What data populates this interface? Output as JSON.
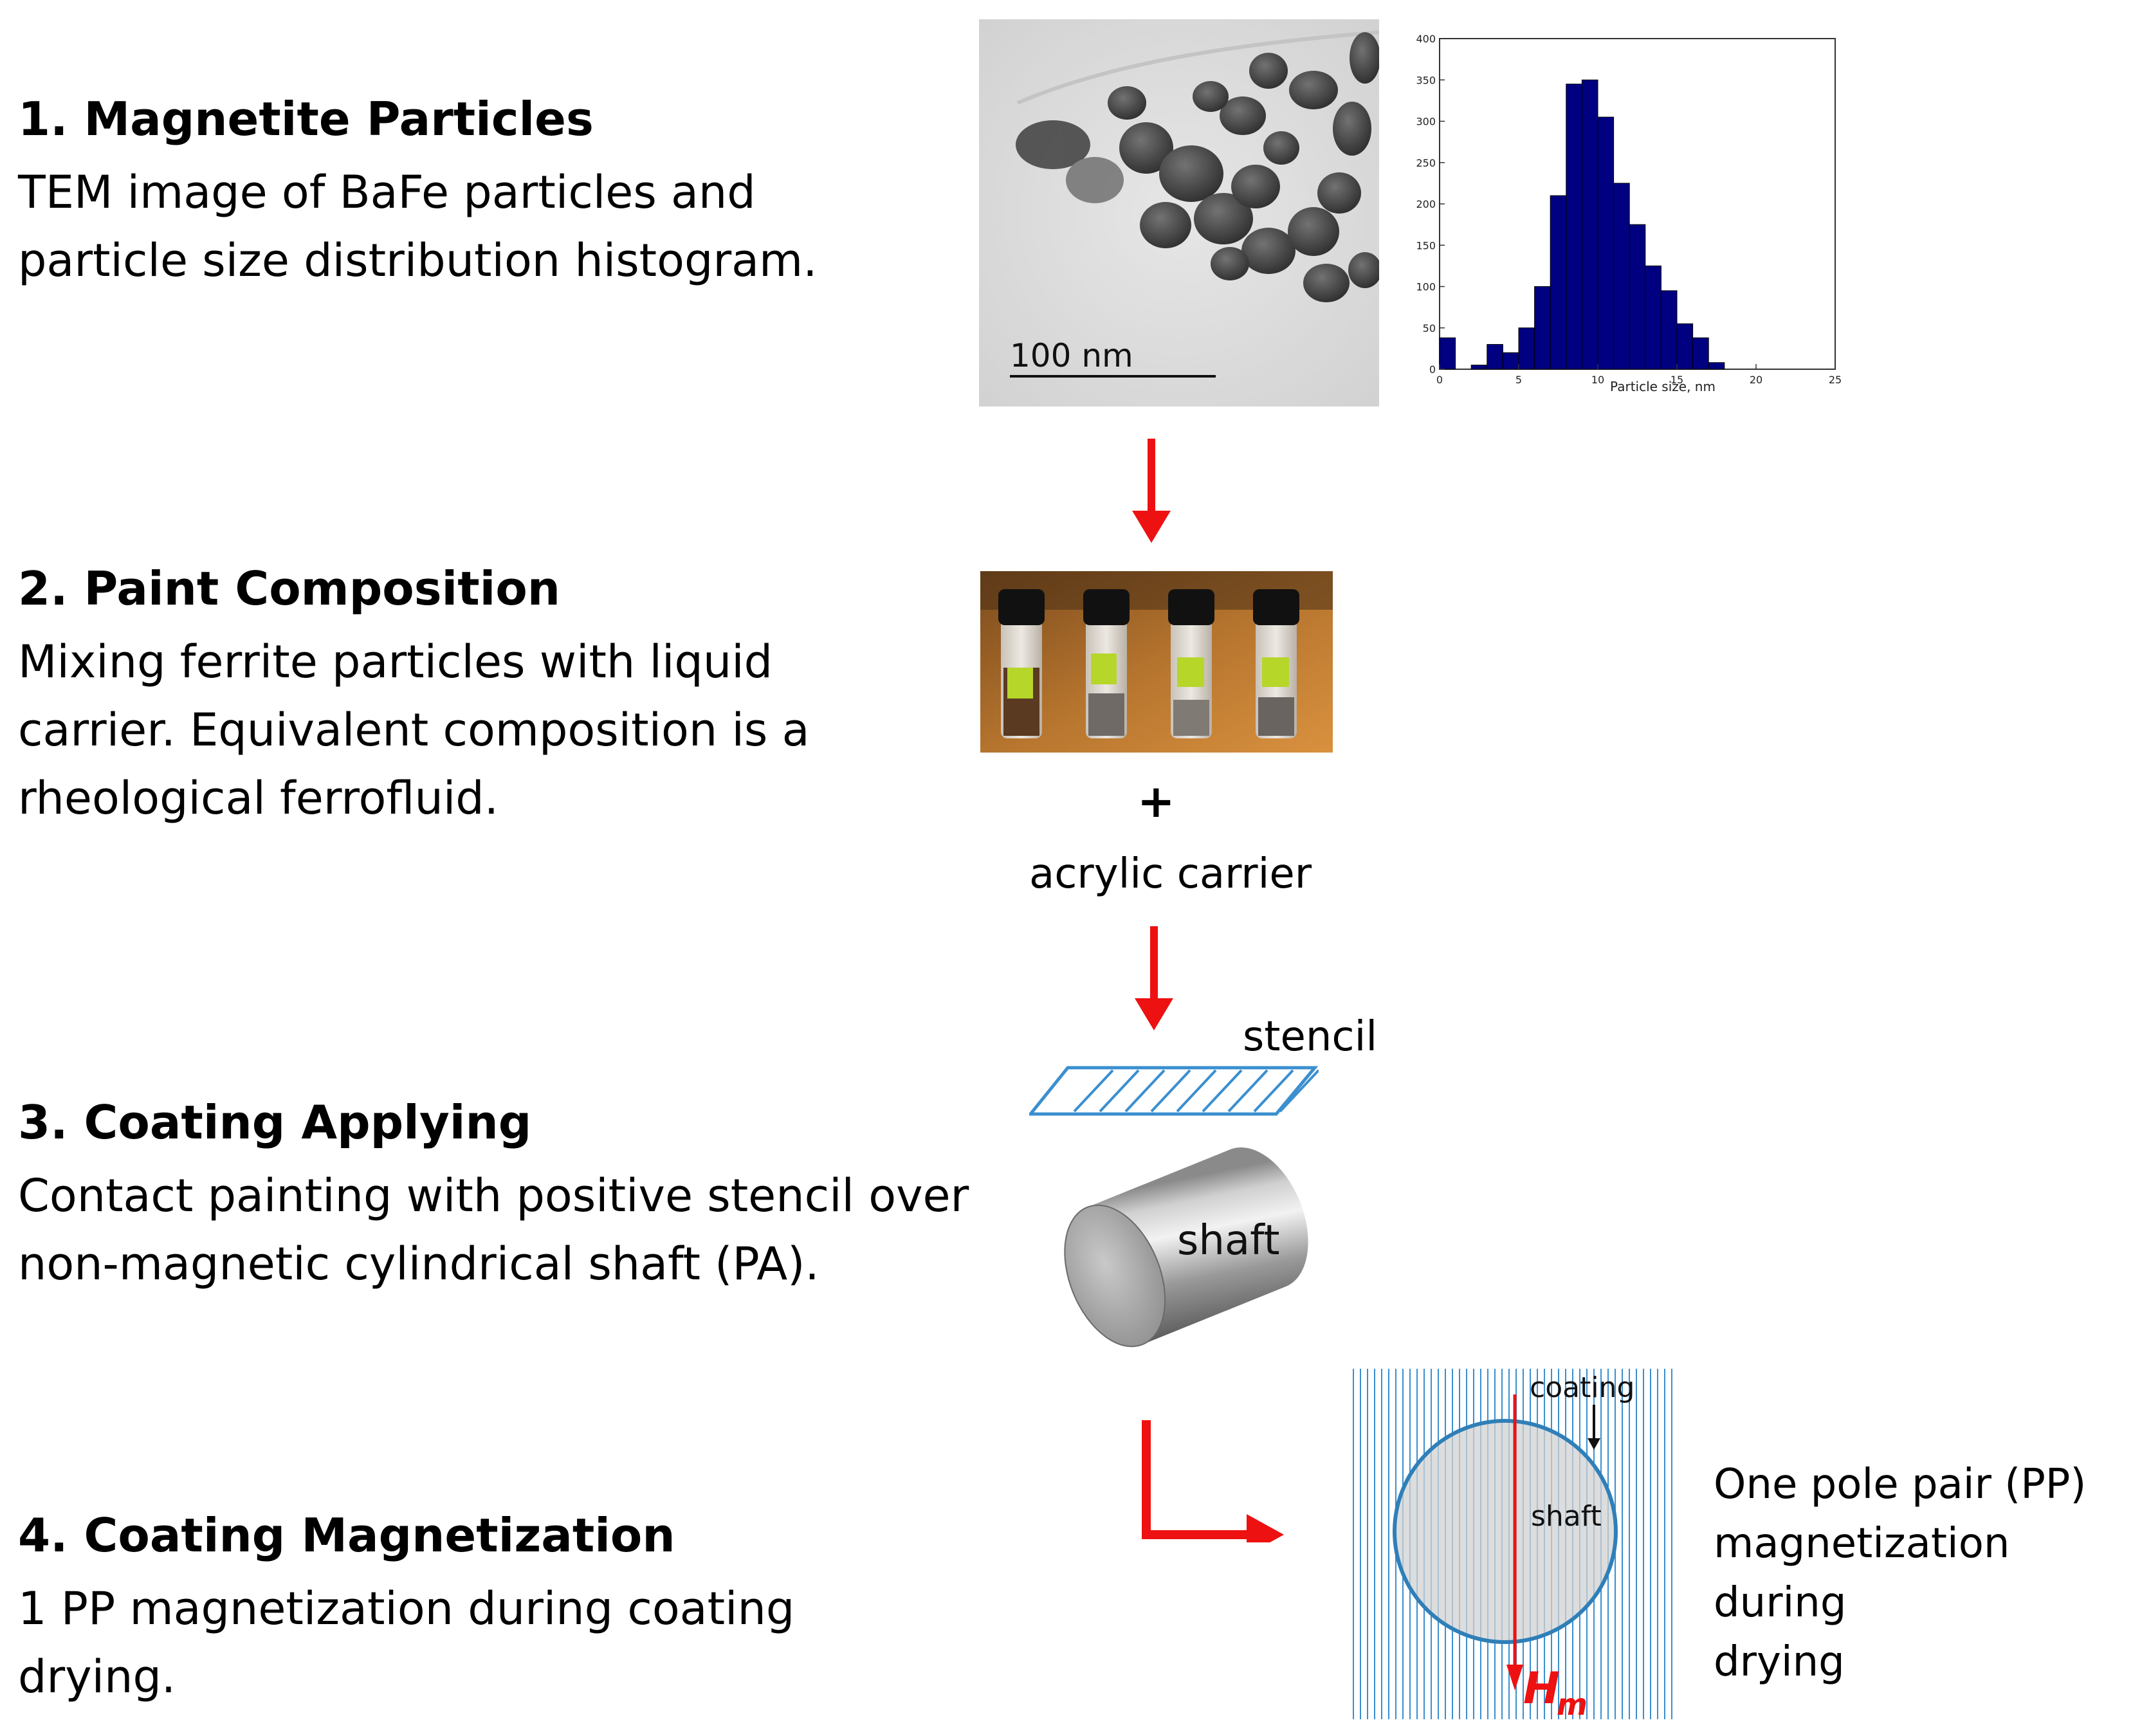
{
  "steps": [
    {
      "title": "1. Magnetite Particles",
      "description": "TEM image of BaFe particles and\nparticle size distribution histogram."
    },
    {
      "title": "2. Paint Composition",
      "description": "Mixing ferrite particles with liquid\ncarrier. Equivalent composition is a\nrheological ferrofluid."
    },
    {
      "title": "3. Coating Applying",
      "description": "Contact painting with positive stencil over\nnon-magnetic cylindrical shaft (PA)."
    },
    {
      "title": "4. Coating Magnetization",
      "description": "1 PP magnetization during coating\ndrying."
    }
  ],
  "tem": {
    "scale_bar_label": "100  nm"
  },
  "labels": {
    "plus": "+",
    "acrylic_carrier": "acrylic carrier",
    "stencil": "stencil",
    "shaft": "shaft",
    "coating": "coating",
    "shaft_cross_section": "shaft",
    "field_symbol": "H",
    "field_subscript": "m",
    "pole_pair_note": "One pole pair (PP)\nmagnetization during\ndrying"
  },
  "colors": {
    "arrow": "#ee1111",
    "histogram_bar": "#000080",
    "stencil_line": "#3a8fd0",
    "field_line": "#3a8fd0"
  },
  "chart_data": {
    "type": "bar",
    "xlabel": "Particle size, nm",
    "ylabel": "",
    "title": "",
    "xlim": [
      0,
      25
    ],
    "ylim": [
      0,
      400
    ],
    "xticks": [
      0,
      5,
      10,
      15,
      20,
      25
    ],
    "yticks": [
      0,
      50,
      100,
      150,
      200,
      250,
      300,
      350,
      400
    ],
    "bin_width": 1,
    "bins": [
      {
        "x": 0,
        "y": 38
      },
      {
        "x": 2,
        "y": 5
      },
      {
        "x": 3,
        "y": 30
      },
      {
        "x": 4,
        "y": 20
      },
      {
        "x": 5,
        "y": 50
      },
      {
        "x": 6,
        "y": 100
      },
      {
        "x": 7,
        "y": 210
      },
      {
        "x": 8,
        "y": 345
      },
      {
        "x": 9,
        "y": 350
      },
      {
        "x": 10,
        "y": 305
      },
      {
        "x": 11,
        "y": 225
      },
      {
        "x": 12,
        "y": 175
      },
      {
        "x": 13,
        "y": 125
      },
      {
        "x": 14,
        "y": 95
      },
      {
        "x": 15,
        "y": 55
      },
      {
        "x": 16,
        "y": 38
      },
      {
        "x": 17,
        "y": 8
      }
    ]
  }
}
